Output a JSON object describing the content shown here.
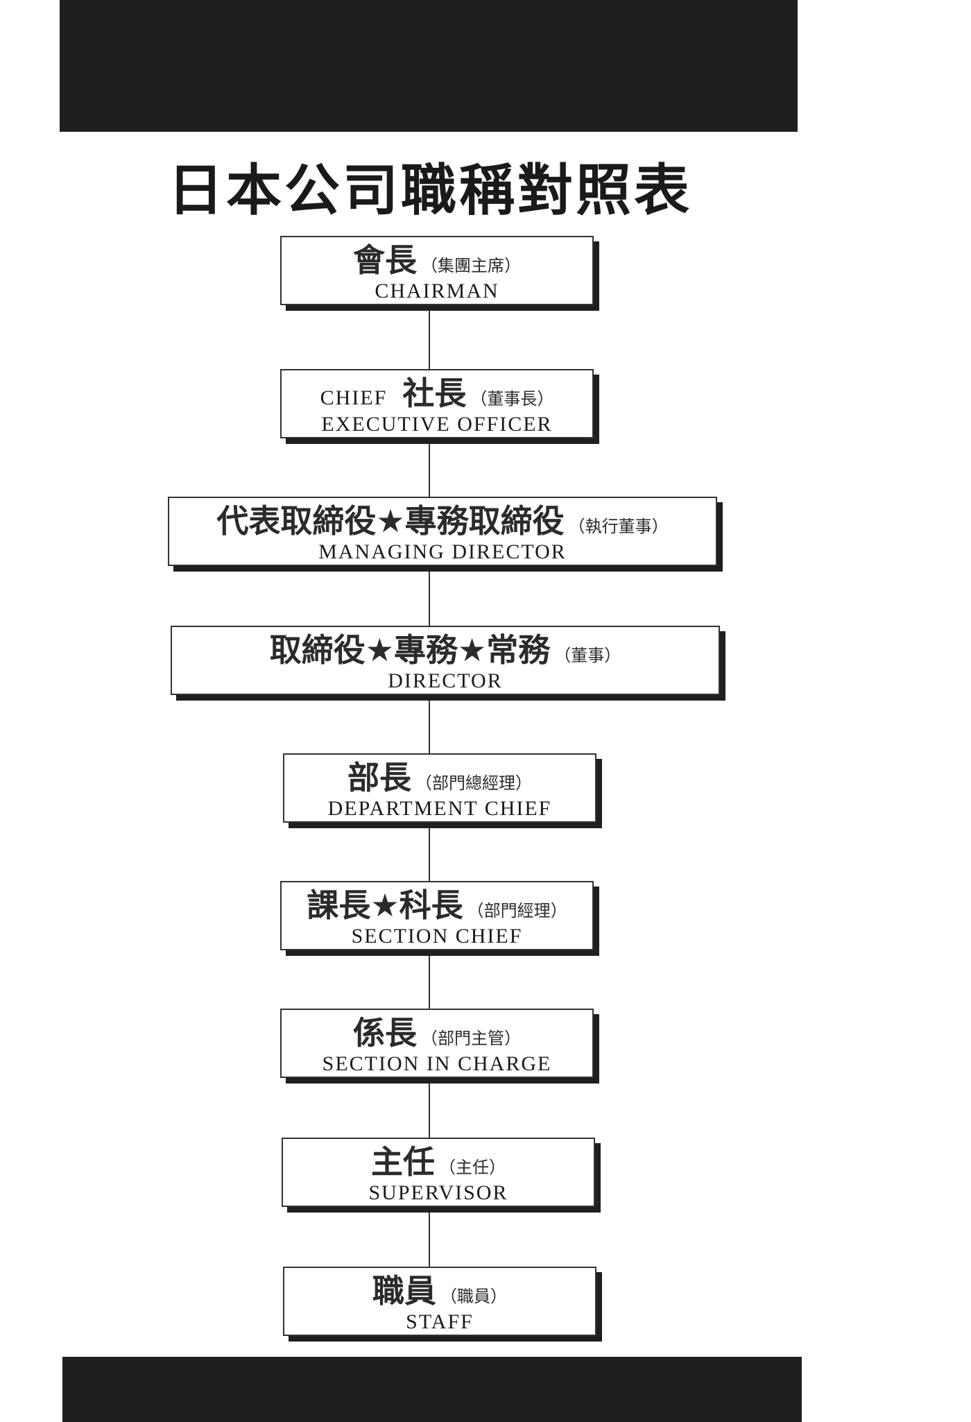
{
  "title": "日本公司職稱對照表",
  "levels": [
    {
      "jp": "會長",
      "note": "（集團主席）",
      "en": "CHAIRMAN",
      "en_prefix": ""
    },
    {
      "jp": "社長",
      "note": "（董事長）",
      "en": "EXECUTIVE  OFFICER",
      "en_prefix": "CHIEF"
    },
    {
      "jp": "代表取締役★專務取締役",
      "note": "（執行董事）",
      "en": "MANAGING  DIRECTOR",
      "en_prefix": ""
    },
    {
      "jp": "取締役★專務★常務",
      "note": "（董事）",
      "en": "DIRECTOR",
      "en_prefix": ""
    },
    {
      "jp": "部長",
      "note": "（部門總經理）",
      "en": "DEPARTMENT  CHIEF",
      "en_prefix": ""
    },
    {
      "jp": "課長★科長",
      "note": "（部門經理）",
      "en": "SECTION  CHIEF",
      "en_prefix": ""
    },
    {
      "jp": "係長",
      "note": "（部門主管）",
      "en": "SECTION  IN  CHARGE",
      "en_prefix": ""
    },
    {
      "jp": "主任",
      "note": "（主任）",
      "en": "SUPERVISOR",
      "en_prefix": ""
    },
    {
      "jp": "職員",
      "note": "（職員）",
      "en": "STAFF",
      "en_prefix": ""
    }
  ]
}
